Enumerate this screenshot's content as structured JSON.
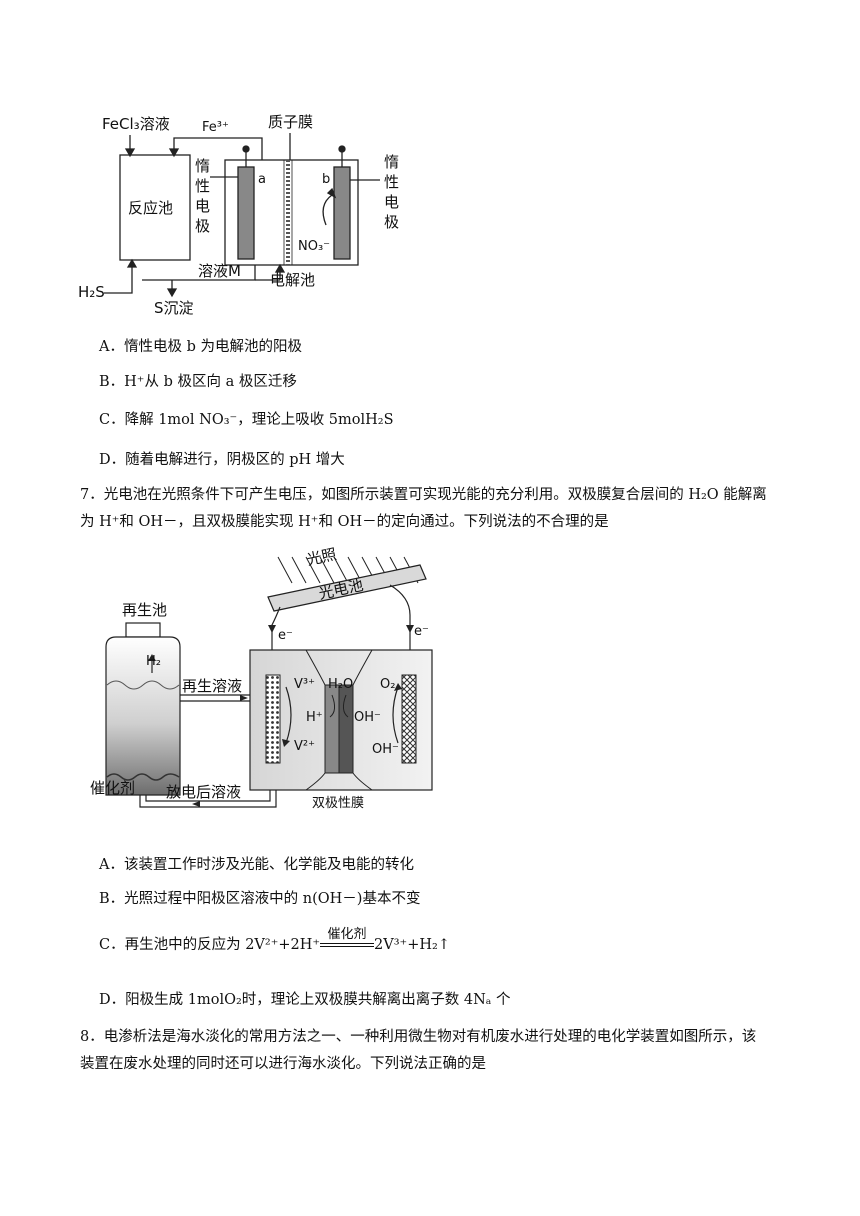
{
  "diagram1": {
    "fecl3": "FeCl₃溶液",
    "fe3": "Fe³⁺",
    "membrane": "质子膜",
    "electrode_left": [
      "惰",
      "性",
      "电",
      "极"
    ],
    "electrode_right": [
      "惰",
      "性",
      "电",
      "极"
    ],
    "reaction_pool": "反应池",
    "a": "a",
    "b": "b",
    "no3": "NO₃⁻",
    "solution_m": "溶液M",
    "electrolysis_cell": "电解池",
    "h2s": "H₂S",
    "s_precipitate": "S沉淀"
  },
  "q6": {
    "options": [
      {
        "id": "A",
        "text": "A．惰性电极 b 为电解池的阳极"
      },
      {
        "id": "B",
        "text": "B．H⁺从 b 极区向 a 极区迁移"
      },
      {
        "id": "C",
        "pre": "C．降解 1mol ",
        "formula": "NO₃⁻",
        "post": "，理论上吸收 5molH₂S"
      },
      {
        "id": "D",
        "text": "D．随着电解进行，阴极区的 pH 增大"
      }
    ]
  },
  "q7": {
    "stem_line1": "7．光电池在光照条件下可产生电压，如图所示装置可实现光能的充分利用。双极膜复合层间的 H₂O 能解离",
    "stem_line2": "为 H⁺和 OH－，且双极膜能实现 H⁺和 OH－的定向通过。下列说法的不合理的是",
    "diagram": {
      "light": "光照",
      "photocell": "光电池",
      "regen_pool": "再生池",
      "h2": "H₂",
      "regen_solution": "再生溶液",
      "catalyst": "催化剂",
      "discharged_solution": "放电后溶液",
      "bipolar_membrane": "双极性膜",
      "e_left": "e⁻",
      "e_right": "e⁻",
      "v3": "V³⁺",
      "v2": "V²⁺",
      "h2o": "H₂O",
      "h_plus": "H⁺",
      "oh_minus": "OH⁻",
      "o2": "O₂",
      "oh_minus2": "OH⁻"
    },
    "options": [
      {
        "id": "A",
        "text": "A．该装置工作时涉及光能、化学能及电能的转化"
      },
      {
        "id": "B",
        "text": "B．光照过程中阳极区溶液中的 n(OH－)基本不变"
      },
      {
        "id": "C",
        "pre": "C．再生池中的反应为 2V²⁺+2H⁺",
        "over": "催化剂",
        "post": "2V³⁺+H₂↑"
      },
      {
        "id": "D",
        "text": "D．阳极生成 1molO₂时，理论上双极膜共解离出离子数 4Nₐ 个"
      }
    ]
  },
  "q8": {
    "stem_line1": "8．电渗析法是海水淡化的常用方法之一、一种利用微生物对有机废水进行处理的电化学装置如图所示，该",
    "stem_line2": "装置在废水处理的同时还可以进行海水淡化。下列说法正确的是"
  }
}
